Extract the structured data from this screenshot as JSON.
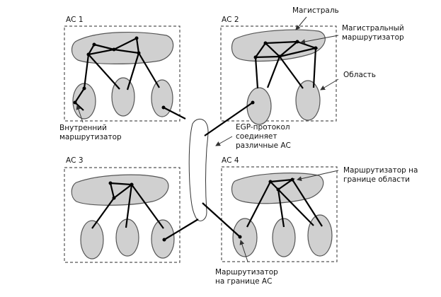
{
  "diagram": {
    "autonomous_systems": [
      {
        "id": "as1",
        "label": "АС 1"
      },
      {
        "id": "as2",
        "label": "АС 2"
      },
      {
        "id": "as3",
        "label": "АС 3"
      },
      {
        "id": "as4",
        "label": "АС 4"
      }
    ],
    "annotations": {
      "backbone": "Магистраль",
      "backbone_router_1": "Магистральный",
      "backbone_router_2": "маршрутизатор",
      "area": "Область",
      "internal_router_1": "Внутренний",
      "internal_router_2": "маршрутизатор",
      "egp_1": "EGP-протокол",
      "egp_2": "соединяет",
      "egp_3": "различные АС",
      "area_border_router_1": "Маршрутизатор на",
      "area_border_router_2": "границе области",
      "as_border_router_1": "Маршрутизатор",
      "as_border_router_2": "на границе АС"
    }
  }
}
